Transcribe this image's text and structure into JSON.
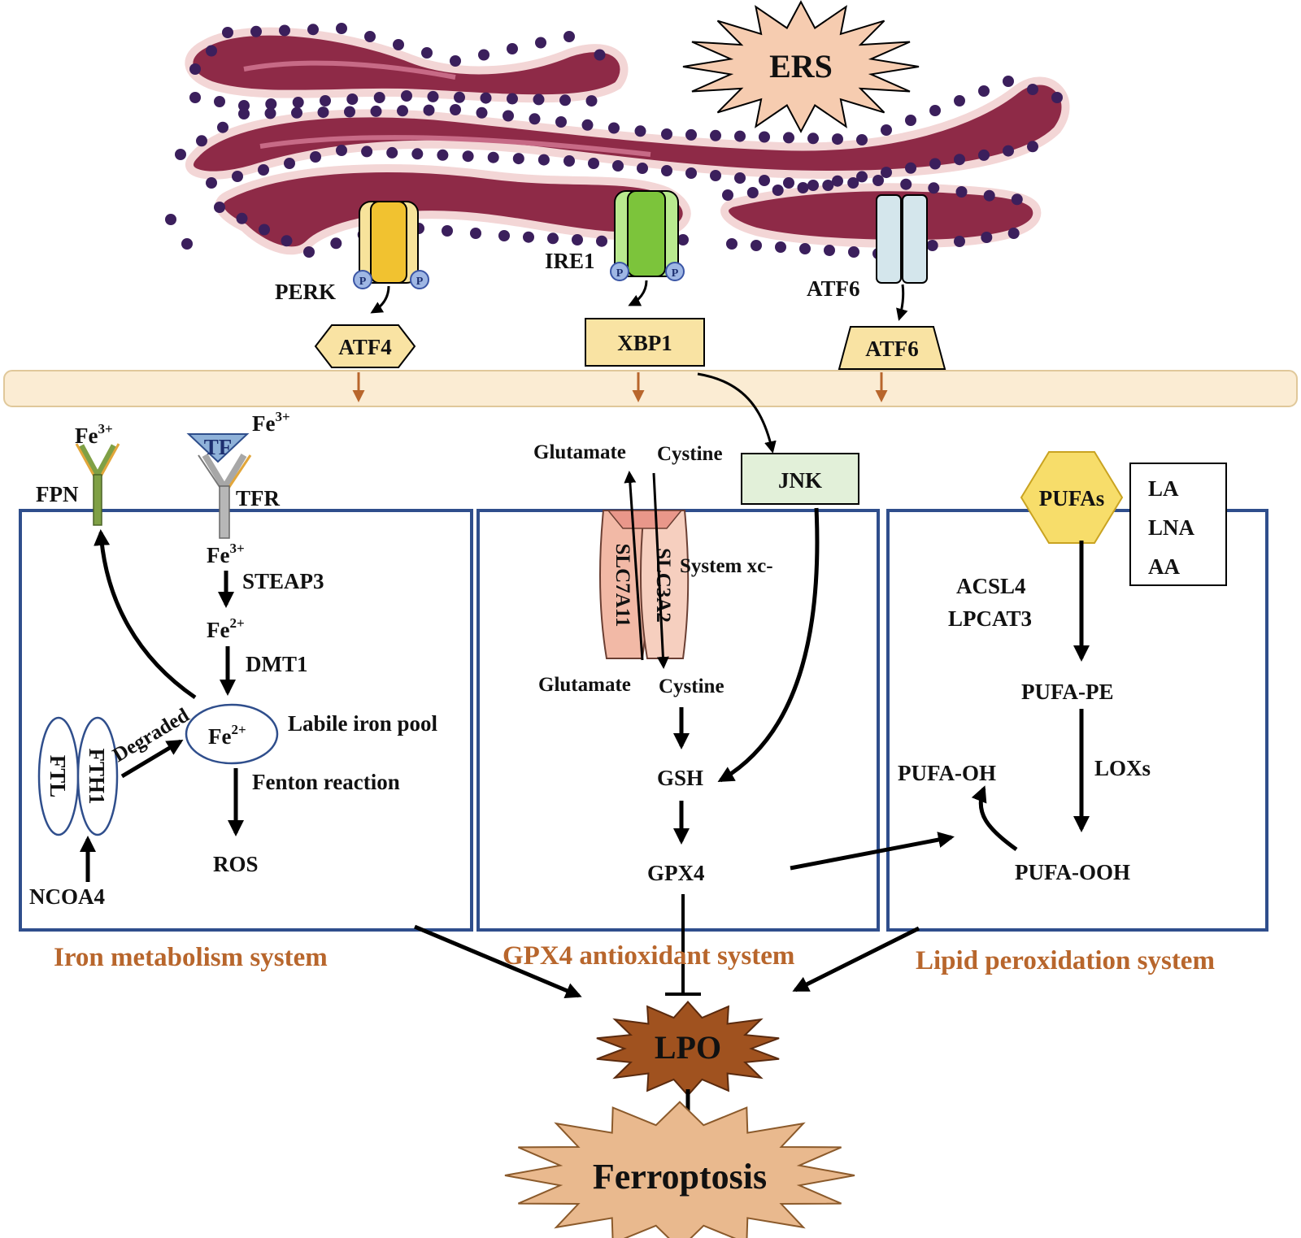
{
  "stress": {
    "label": "ERS",
    "fill": "#f6ccb0"
  },
  "sensors": {
    "perk": "PERK",
    "ire1": "IRE1",
    "atf6": "ATF6",
    "phospho": "P"
  },
  "factors": {
    "atf4": "ATF4",
    "xbp1": "XBP1",
    "atf6": "ATF6",
    "fill": "#f9e3a3"
  },
  "iron": {
    "fe3_top": "Fe",
    "fe3_sup": "3+",
    "fe3_tf": "Fe",
    "fe3_tf_sup": "3+",
    "fpn": "FPN",
    "tf": "TF",
    "tfr": "TFR",
    "fe3_in": "Fe",
    "fe3_in_sup": "3+",
    "steap3": "STEAP3",
    "fe2_mid": "Fe",
    "fe2_mid_sup": "2+",
    "dmt1": "DMT1",
    "fe2_pool": "Fe",
    "fe2_pool_sup": "2+",
    "labile": "Labile iron pool",
    "degraded": "Degraded",
    "ftl": "FTL",
    "fth1": "FTH1",
    "ncoa4": "NCOA4",
    "fenton": "Fenton reaction",
    "ros": "ROS",
    "system_label": "Iron metabolism system"
  },
  "gpx4": {
    "glutamate_out": "Glutamate",
    "cystine_out": "Cystine",
    "slc7a11": "SLC7A11",
    "slc3a2": "SLC3A2",
    "system_xc": "System xc-",
    "glutamate_in": "Glutamate",
    "cystine_in": "Cystine",
    "jnk": "JNK",
    "gsh": "GSH",
    "gpx4": "GPX4",
    "system_label": "GPX4 antioxidant system"
  },
  "lipid": {
    "pufas": "PUFAs",
    "la": "LA",
    "lna": "LNA",
    "aa": "AA",
    "acsl4": "ACSL4",
    "lpcat3": "LPCAT3",
    "pufa_pe": "PUFA-PE",
    "loxs": "LOXs",
    "pufa_oh": "PUFA-OH",
    "pufa_ooh": "PUFA-OOH",
    "system_label": "Lipid peroxidation system"
  },
  "outcome": {
    "lpo": "LPO",
    "ferroptosis": "Ferroptosis",
    "lpo_fill": "#a0521f",
    "ferro_fill": "#e9b98e"
  },
  "colors": {
    "er_body": "#8e2a47",
    "er_edge": "#f3d6d6",
    "ribosome": "#3b1f5c",
    "membrane": "#fbecd3",
    "box_border": "#2f4e8c",
    "system_text": "#b8662c"
  }
}
